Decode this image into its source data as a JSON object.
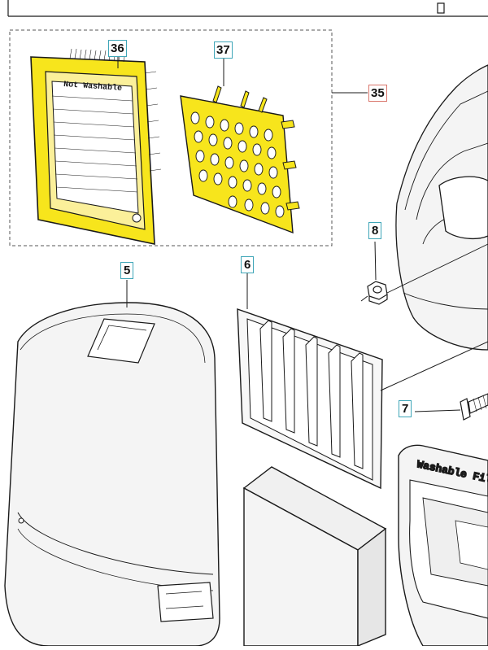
{
  "diagram": {
    "callouts": {
      "kit": "35",
      "filter": "36",
      "grid": "37",
      "cover": "5",
      "prefilter_frame": "6",
      "screw": "7",
      "nut": "8"
    },
    "filter_print": "Not Washable",
    "housing_print": "Washable Filter",
    "colors": {
      "highlight": "#f7e51c",
      "callout_border": "#3fa6b8",
      "kit_border": "#d9756b",
      "line": "#1a1a1a"
    }
  }
}
